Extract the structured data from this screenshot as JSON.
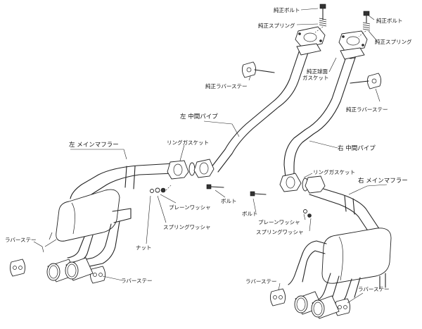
{
  "labels": {
    "oem_bolt_l": "純正ボルト",
    "oem_spring_l": "純正スプリング",
    "oem_bolt_r": "純正ボルト",
    "oem_spring_r": "純正スプリング",
    "oem_ball_gasket": "純正球面\nガスケット",
    "oem_rubber_stay_l": "純正ラバーステー",
    "oem_rubber_stay_r": "純正ラバーステー",
    "left_mid_pipe": "左 中間パイプ",
    "right_mid_pipe": "右 中間パイプ",
    "left_main_muffler": "左 メインマフラー",
    "right_main_muffler": "右 メインマフラー",
    "ring_gasket_l": "リングガスケット",
    "ring_gasket_r": "リングガスケット",
    "plain_washer_l": "プレーンワッシャ",
    "bolt_l": "ボルト",
    "spring_washer_l": "スプリングワッシャ",
    "nut_l": "ナット",
    "rubber_stay_1": "ラバーステー",
    "rubber_stay_2": "ラバーステー",
    "bolt_r": "ボルト",
    "plain_washer_r": "プレーンワッシャ",
    "spring_washer_r": "スプリングワッシャ",
    "rubber_stay_3": "ラバーステー",
    "rubber_stay_4": "ラバーステー"
  }
}
